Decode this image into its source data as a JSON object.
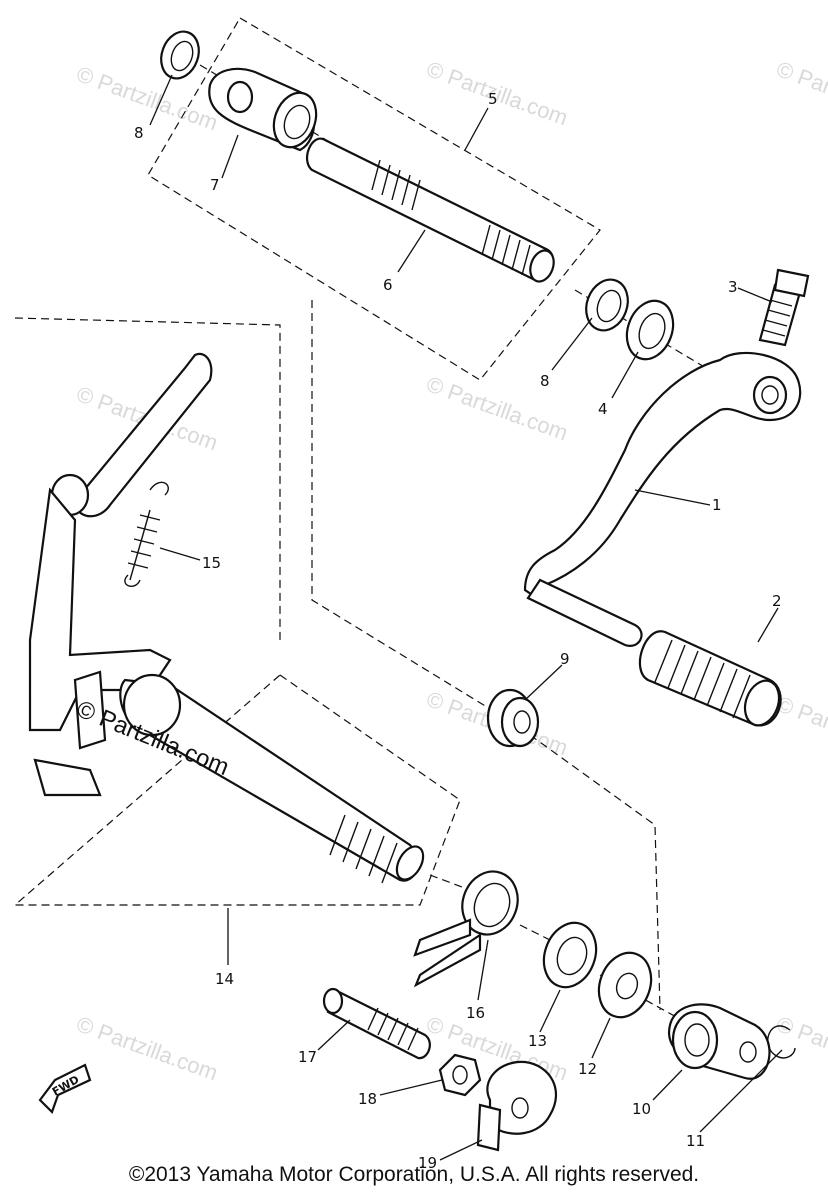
{
  "watermark": "© Partzilla.com",
  "copyright": "©2013 Yamaha Motor Corporation, U.S.A. All rights reserved.",
  "fwd_label": "FWD",
  "callouts": {
    "c1": "1",
    "c2": "2",
    "c3": "3",
    "c4": "4",
    "c5": "5",
    "c6": "6",
    "c7": "7",
    "c8a": "8",
    "c8b": "8",
    "c9": "9",
    "c10": "10",
    "c11": "11",
    "c12": "12",
    "c13": "13",
    "c14": "14",
    "c15": "15",
    "c16": "16",
    "c17": "17",
    "c18": "18",
    "c19": "19"
  }
}
